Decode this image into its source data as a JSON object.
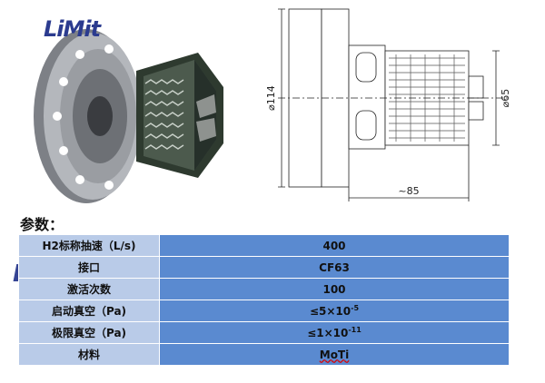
{
  "logo": {
    "text": "LiMit"
  },
  "drawing": {
    "dim_outer": "⌀114",
    "dim_inner": "⌀65",
    "dim_length": "~85"
  },
  "section_title": "参数：",
  "specs": [
    {
      "label": "H2标称抽速（L/s)",
      "value": "400"
    },
    {
      "label": "接口",
      "value": "CF63"
    },
    {
      "label": "激活次数",
      "value": "100"
    },
    {
      "label": "启动真空（Pa)",
      "value_base": "≤5×10",
      "value_exp": "-5"
    },
    {
      "label": "极限真空（Pa)",
      "value_base": "≤1×10",
      "value_exp": "-11"
    },
    {
      "label": "材料",
      "value": "MoTi"
    }
  ]
}
